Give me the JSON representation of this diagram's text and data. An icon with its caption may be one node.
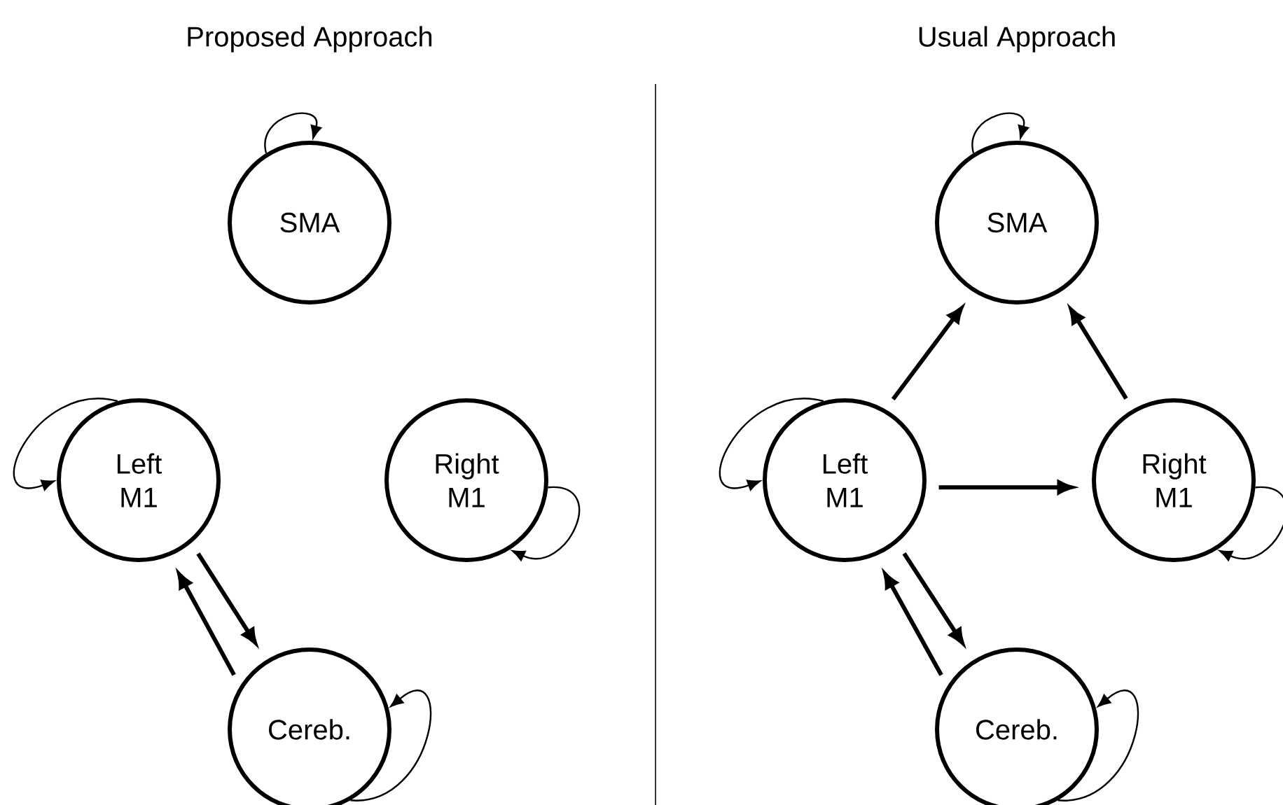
{
  "diagram": {
    "nodes": [
      {
        "text": [
          "SMA"
        ]
      },
      {
        "text": [
          "Left M1"
        ]
      },
      {
        "text": [
          "Right M1"
        ]
      },
      {
        "text": [
          "Cereb."
        ]
      },
      {
        "text": [
          "SMA"
        ]
      },
      {
        "text": [
          "Left M1"
        ]
      },
      {
        "text": [
          "Right M1"
        ]
      },
      {
        "text": [
          "Cereb."
        ]
      }
    ],
    "edges": [
      {
        "from": 0,
        "to": 0,
        "arrow": "to"
      },
      {
        "from": 1,
        "to": 1,
        "arrow": "to"
      },
      {
        "from": 2,
        "to": 2,
        "arrow": "to"
      },
      {
        "from": 3,
        "to": 3,
        "arrow": "to"
      },
      {
        "from": 1,
        "to": 3,
        "arrow": "to",
        "style": "thick"
      },
      {
        "from": 3,
        "to": 1,
        "arrow": "to",
        "style": "thick"
      },
      {
        "from": 4,
        "to": 4,
        "arrow": "to"
      },
      {
        "from": 5,
        "to": 5,
        "arrow": "to"
      },
      {
        "from": 6,
        "to": 6,
        "arrow": "to"
      },
      {
        "from": 7,
        "to": 7,
        "arrow": "to"
      },
      {
        "from": 5,
        "to": 4,
        "arrow": "to",
        "style": "thick"
      },
      {
        "from": 6,
        "to": 4,
        "arrow": "to",
        "style": "thick"
      },
      {
        "from": 5,
        "to": 6,
        "arrow": "to",
        "style": "thick"
      },
      {
        "from": 5,
        "to": 7,
        "arrow": "to",
        "style": "thick"
      },
      {
        "from": 7,
        "to": 5,
        "arrow": "to",
        "style": "thick"
      }
    ],
    "labels": [
      "Proposed Approach",
      "Usual Approach"
    ]
  }
}
